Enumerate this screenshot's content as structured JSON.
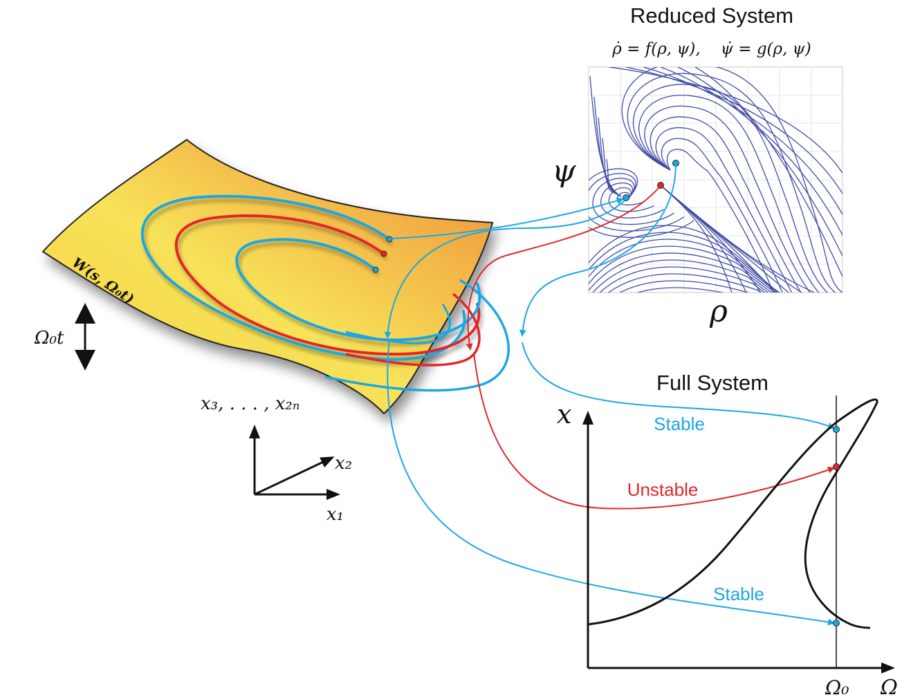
{
  "reduced": {
    "title": "Reduced System",
    "equation": "ρ̇ = f(ρ, ψ),    ψ̇ = g(ρ, ψ)",
    "xlabel": "ρ",
    "ylabel": "ψ"
  },
  "manifold": {
    "label": "W(s, Ω₀t)",
    "time_label": "Ω₀t",
    "axis_x1": "x₁",
    "axis_x2": "x₂",
    "axis_x3": "x₃, . . . , x₂ₙ"
  },
  "full": {
    "title": "Full System",
    "xlabel": "Ω",
    "ylabel": "x",
    "tick_omega0": "Ω₀",
    "label_stable_top": "Stable",
    "label_unstable": "Unstable",
    "label_stable_bottom": "Stable"
  },
  "colors": {
    "stable": "#1ba7e3",
    "unstable": "#e3262a",
    "manifold_light": "#f6df4a",
    "manifold_dark": "#f0913a",
    "streamline": "#3d4aa6"
  }
}
